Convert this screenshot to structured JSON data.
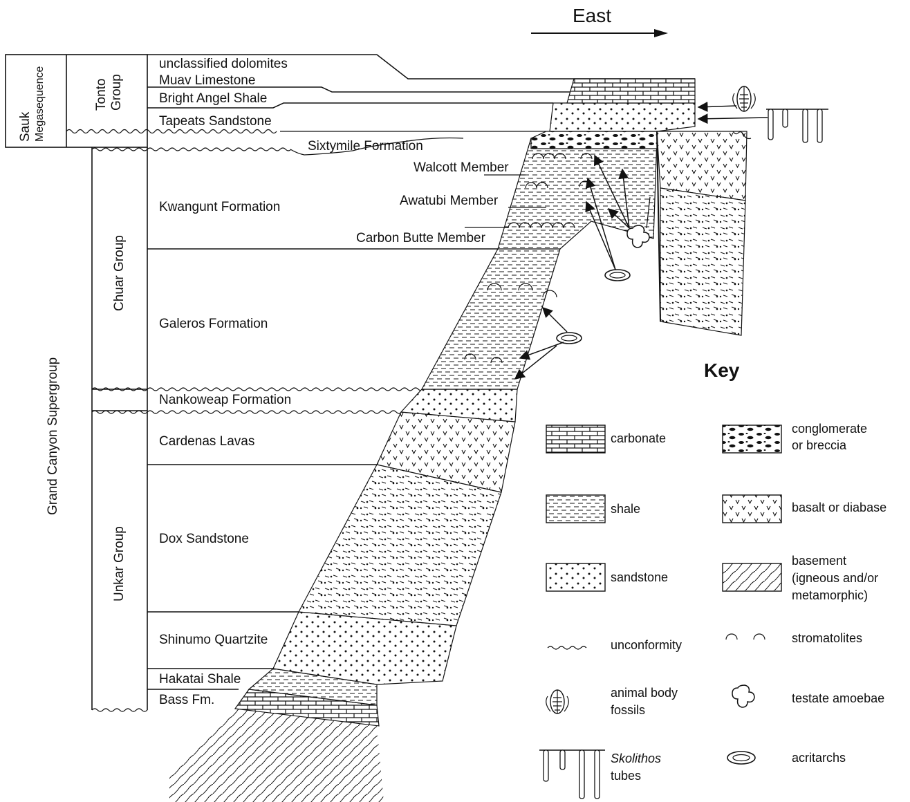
{
  "direction": {
    "label": "East"
  },
  "columns": {
    "megasequence": "Sauk Megasequence",
    "megasequence_line1": "Sauk",
    "megasequence_line2": "Megasequence",
    "tonto_line1": "Tonto",
    "tonto_line2": "Group",
    "chuar": "Chuar Group",
    "unkar": "Unkar Group",
    "supergroup": "Grand Canyon Supergroup"
  },
  "formations": {
    "unclassified_dolomites": "unclassified dolomites",
    "muav": "Muav Limestone",
    "bright_angel": "Bright Angel Shale",
    "tapeats": "Tapeats Sandstone",
    "sixtymile": "Sixtymile Formation",
    "kwagunt": "Kwangunt Formation",
    "galeros": "Galeros Formation",
    "nankoweap": "Nankoweap Formation",
    "cardenas": "Cardenas Lavas",
    "dox": "Dox Sandstone",
    "shinumo": "Shinumo Quartzite",
    "hakatai": "Hakatai Shale",
    "bass": "Bass Fm."
  },
  "members": {
    "walcott": "Walcott Member",
    "awatubi": "Awatubi Member",
    "carbon_butte": "Carbon Butte Member"
  },
  "key": {
    "title": "Key",
    "carbonate": "carbonate",
    "shale": "shale",
    "sandstone": "sandstone",
    "unconformity": "unconformity",
    "animal_line1": "animal body",
    "animal_line2": "fossils",
    "skolithos_line1": "Skolithos",
    "skolithos_line2": "tubes",
    "conglomerate_line1": "conglomerate",
    "conglomerate_line2": "or breccia",
    "basalt": "basalt or diabase",
    "basement_line1": "basement",
    "basement_line2": "(igneous and/or",
    "basement_line3": "metamorphic)",
    "stromatolites": "stromatolites",
    "testate": "testate amoebae",
    "acritarchs": "acritarchs"
  }
}
